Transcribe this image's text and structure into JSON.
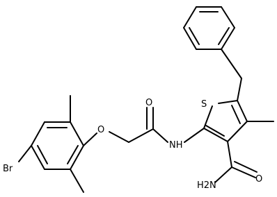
{
  "molecule": {
    "atoms": {
      "sulfur": "S",
      "oxygen_ether": "O",
      "oxygen_carbonyl_amide": "O",
      "oxygen_carboxamide": "O",
      "nitrogen_nh": "NH",
      "nitrogen_nh2": "H2N",
      "bromine": "Br"
    }
  }
}
